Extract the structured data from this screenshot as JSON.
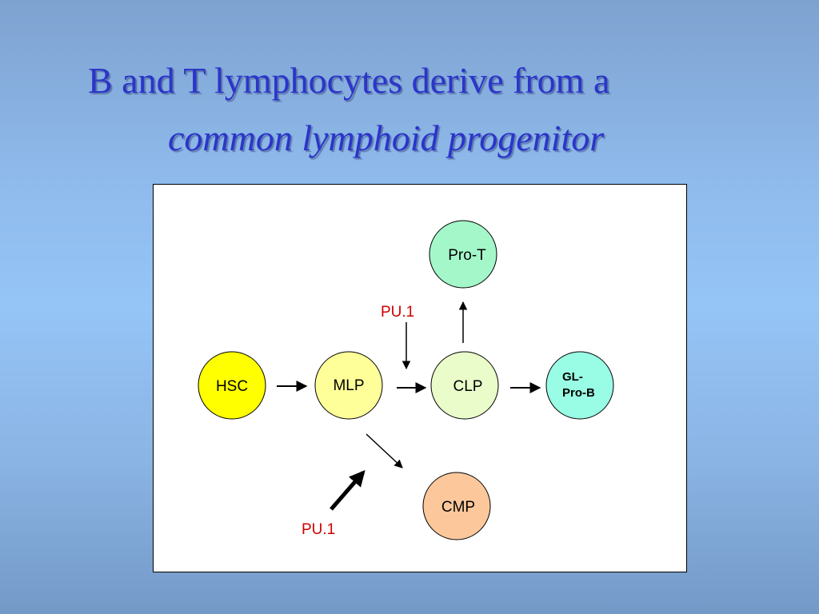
{
  "slide": {
    "title_line1": "B and T lymphocytes derive from a",
    "title_line2": "common lymphoid progenitor"
  },
  "diagram": {
    "nodes": {
      "hsc": {
        "label": "HSC",
        "fill": "#ffff00"
      },
      "mlp": {
        "label": "MLP",
        "fill": "#ffff99"
      },
      "clp": {
        "label": "CLP",
        "fill": "#e9fcc9"
      },
      "pro_t": {
        "label": "Pro-T",
        "fill": "#a4f7c9"
      },
      "gl_pro_b": {
        "label_line1": "GL-",
        "label_line2": "Pro-B",
        "fill": "#99fce4"
      },
      "cmp": {
        "label": "CMP",
        "fill": "#fcc89b"
      }
    },
    "factors": {
      "pu1_top": "PU.1",
      "pu1_bottom": "PU.1",
      "color": "#cc0000"
    },
    "colors": {
      "node_stroke": "#000000",
      "arrow": "#000000"
    }
  }
}
